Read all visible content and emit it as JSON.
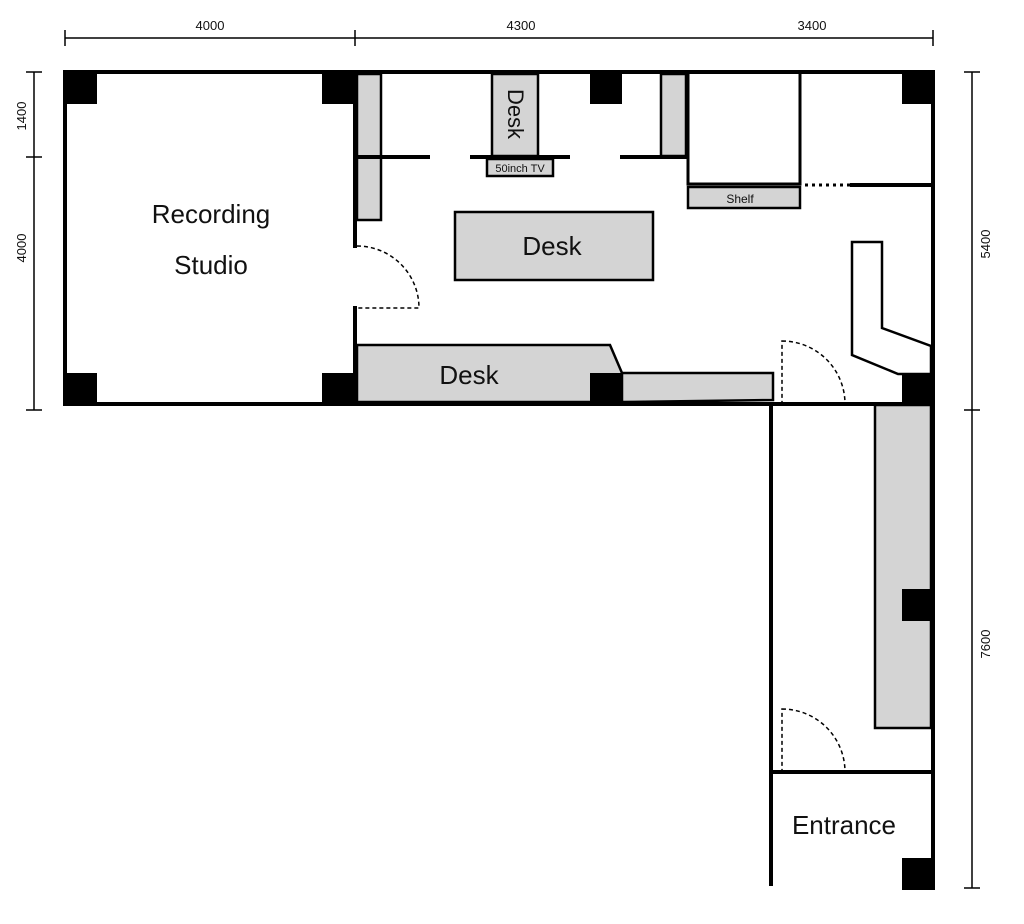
{
  "dimensions": {
    "top": [
      "4000",
      "4300",
      "3400"
    ],
    "left": [
      "1400",
      "4000"
    ],
    "right": [
      "5400",
      "7600"
    ]
  },
  "rooms": {
    "recording_line1": "Recording",
    "recording_line2": "Studio",
    "entrance": "Entrance"
  },
  "furniture": {
    "desk_center": "Desk",
    "desk_bottom": "Desk",
    "desk_top": "Desk",
    "tv": "50inch TV",
    "shelf": "Shelf"
  },
  "colors": {
    "wall": "#000000",
    "furniture_fill": "#d4d4d4",
    "column": "#000000"
  }
}
